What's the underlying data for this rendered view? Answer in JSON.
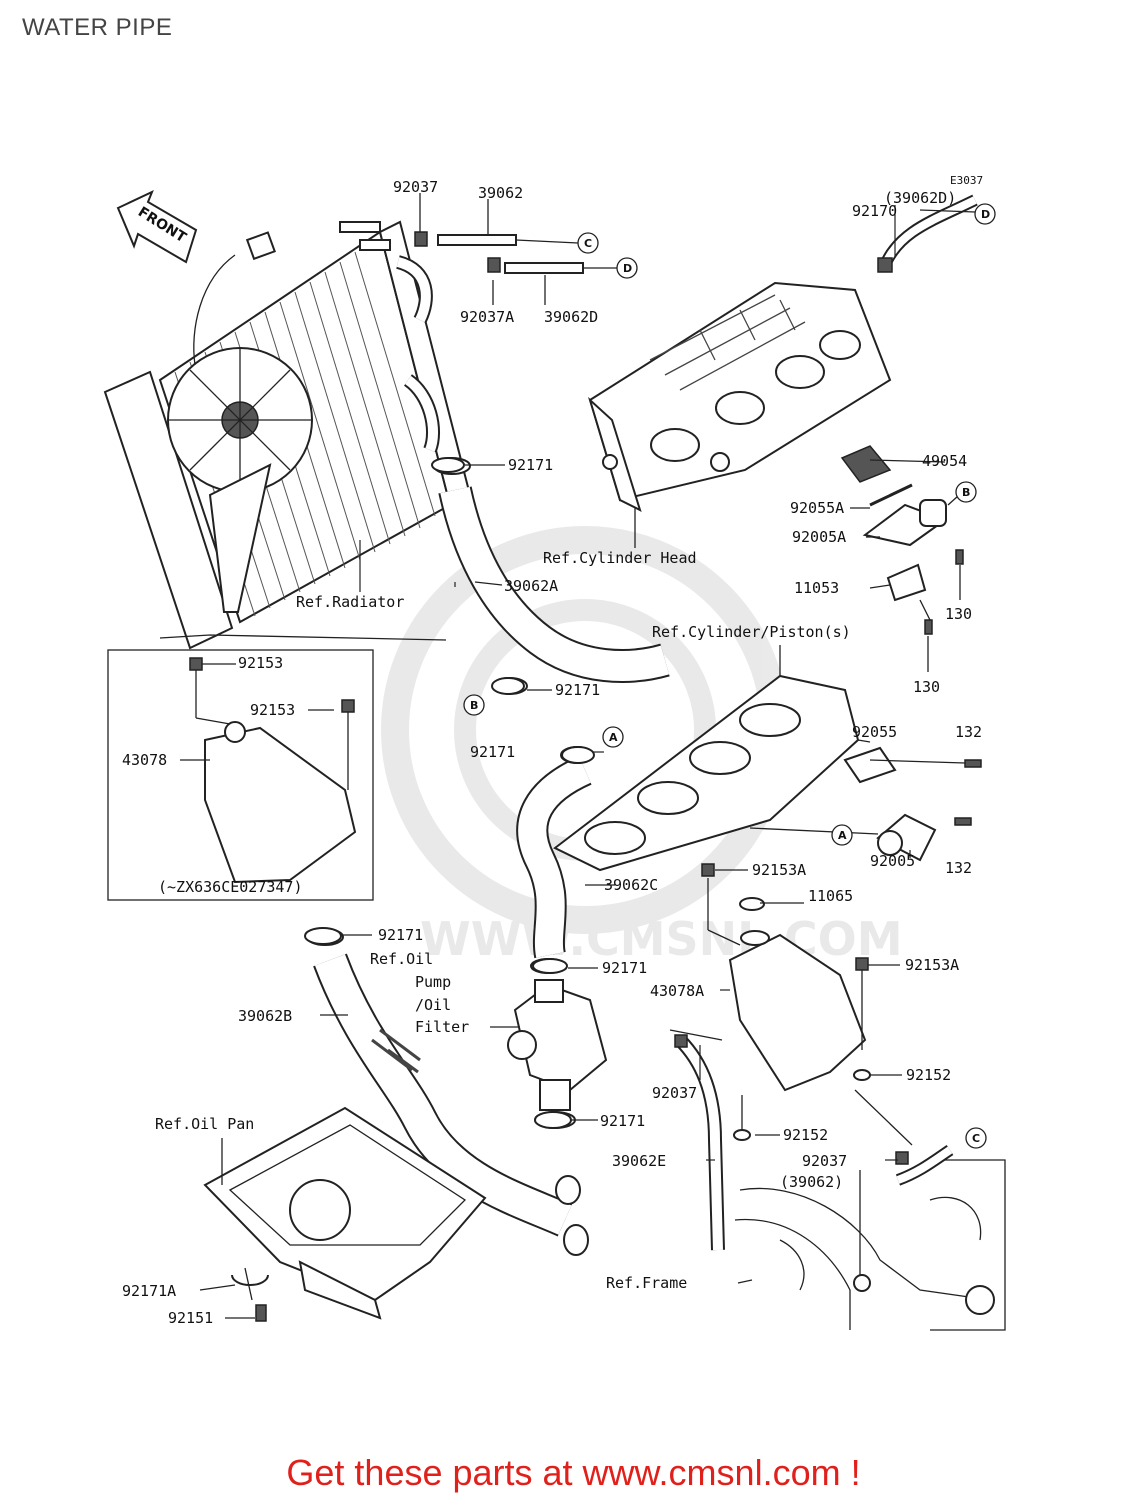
{
  "page": {
    "title": "WATER PIPE",
    "footer_cta": "Get these parts at www.cmsnl.com !"
  },
  "diagram_code": "E3037",
  "front_arrow": "FRONT",
  "parts": [
    {
      "id": "p92037",
      "label": "92037"
    },
    {
      "id": "p39062",
      "label": "39062"
    },
    {
      "id": "p92037A",
      "label": "92037A"
    },
    {
      "id": "p39062D",
      "label": "39062D"
    },
    {
      "id": "p39062Dp",
      "label": "(39062D)"
    },
    {
      "id": "p92170",
      "label": "92170"
    },
    {
      "id": "p92171a",
      "label": "92171"
    },
    {
      "id": "p49054",
      "label": "49054"
    },
    {
      "id": "p92055A",
      "label": "92055A"
    },
    {
      "id": "p92005A",
      "label": "92005A"
    },
    {
      "id": "p39062A",
      "label": "39062A"
    },
    {
      "id": "p11053",
      "label": "11053"
    },
    {
      "id": "p130a",
      "label": "130"
    },
    {
      "id": "p130b",
      "label": "130"
    },
    {
      "id": "p92153a",
      "label": "92153"
    },
    {
      "id": "p92153b",
      "label": "92153"
    },
    {
      "id": "p43078",
      "label": "43078"
    },
    {
      "id": "p92171b",
      "label": "92171"
    },
    {
      "id": "p92171c",
      "label": "92171"
    },
    {
      "id": "p92055",
      "label": "92055"
    },
    {
      "id": "p132a",
      "label": "132"
    },
    {
      "id": "p92005",
      "label": "92005"
    },
    {
      "id": "p132b",
      "label": "132"
    },
    {
      "id": "p92153A1",
      "label": "92153A"
    },
    {
      "id": "p39062C",
      "label": "39062C"
    },
    {
      "id": "p11065",
      "label": "11065"
    },
    {
      "id": "p92171d",
      "label": "92171"
    },
    {
      "id": "p92171e",
      "label": "92171"
    },
    {
      "id": "p92153A2",
      "label": "92153A"
    },
    {
      "id": "p43078A",
      "label": "43078A"
    },
    {
      "id": "p39062B",
      "label": "39062B"
    },
    {
      "id": "p92152a",
      "label": "92152"
    },
    {
      "id": "p92037b",
      "label": "92037"
    },
    {
      "id": "p92171f",
      "label": "92171"
    },
    {
      "id": "p92152b",
      "label": "92152"
    },
    {
      "id": "p39062E",
      "label": "39062E"
    },
    {
      "id": "p92037c",
      "label": "92037"
    },
    {
      "id": "p39062p",
      "label": "(39062)"
    },
    {
      "id": "p92171A",
      "label": "92171A"
    },
    {
      "id": "p92151",
      "label": "92151"
    }
  ],
  "references": [
    {
      "id": "r_head",
      "label": "Ref.Cylinder Head"
    },
    {
      "id": "r_radiator",
      "label": "Ref.Radiator"
    },
    {
      "id": "r_piston",
      "label": "Ref.Cylinder/Piston(s)"
    },
    {
      "id": "r_oilpump1",
      "label": "Ref.Oil"
    },
    {
      "id": "r_oilpump2",
      "label": "Pump"
    },
    {
      "id": "r_oilpump3",
      "label": "/Oil"
    },
    {
      "id": "r_oilpump4",
      "label": "Filter"
    },
    {
      "id": "r_oilpan",
      "label": "Ref.Oil Pan"
    },
    {
      "id": "r_frame",
      "label": "Ref.Frame"
    }
  ],
  "serial_note": "(~ZX636CE027347)",
  "connector_letters": {
    "c1": "C",
    "d1": "D",
    "d2": "D",
    "b1": "B",
    "b2": "B",
    "a1": "A",
    "a2": "A",
    "c2": "C"
  },
  "watermark_text": "WWW.CMSNL.COM"
}
